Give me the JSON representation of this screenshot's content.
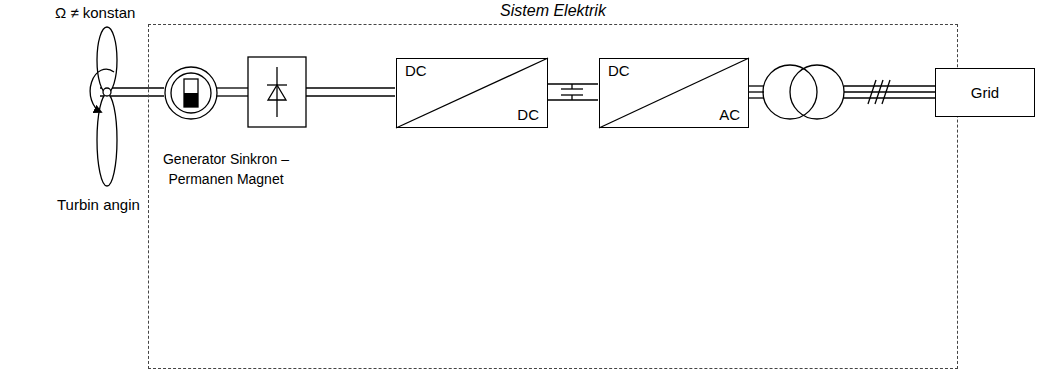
{
  "diagram": {
    "nodes": [
      {
        "text": [
          "Sistem Elektrik"
        ]
      },
      {
        "text": [
          "Generator Sinkron – Permanen Magnet"
        ],
        "in": 0
      },
      {
        "text": [
          "DC",
          "DC"
        ],
        "in": 0
      },
      {
        "text": [
          "DC",
          "AC"
        ],
        "in": 0
      },
      {
        "text": [
          "Grid"
        ]
      }
    ],
    "labels": [
      "Ω ≠ konstan",
      "Turbin angin"
    ]
  }
}
